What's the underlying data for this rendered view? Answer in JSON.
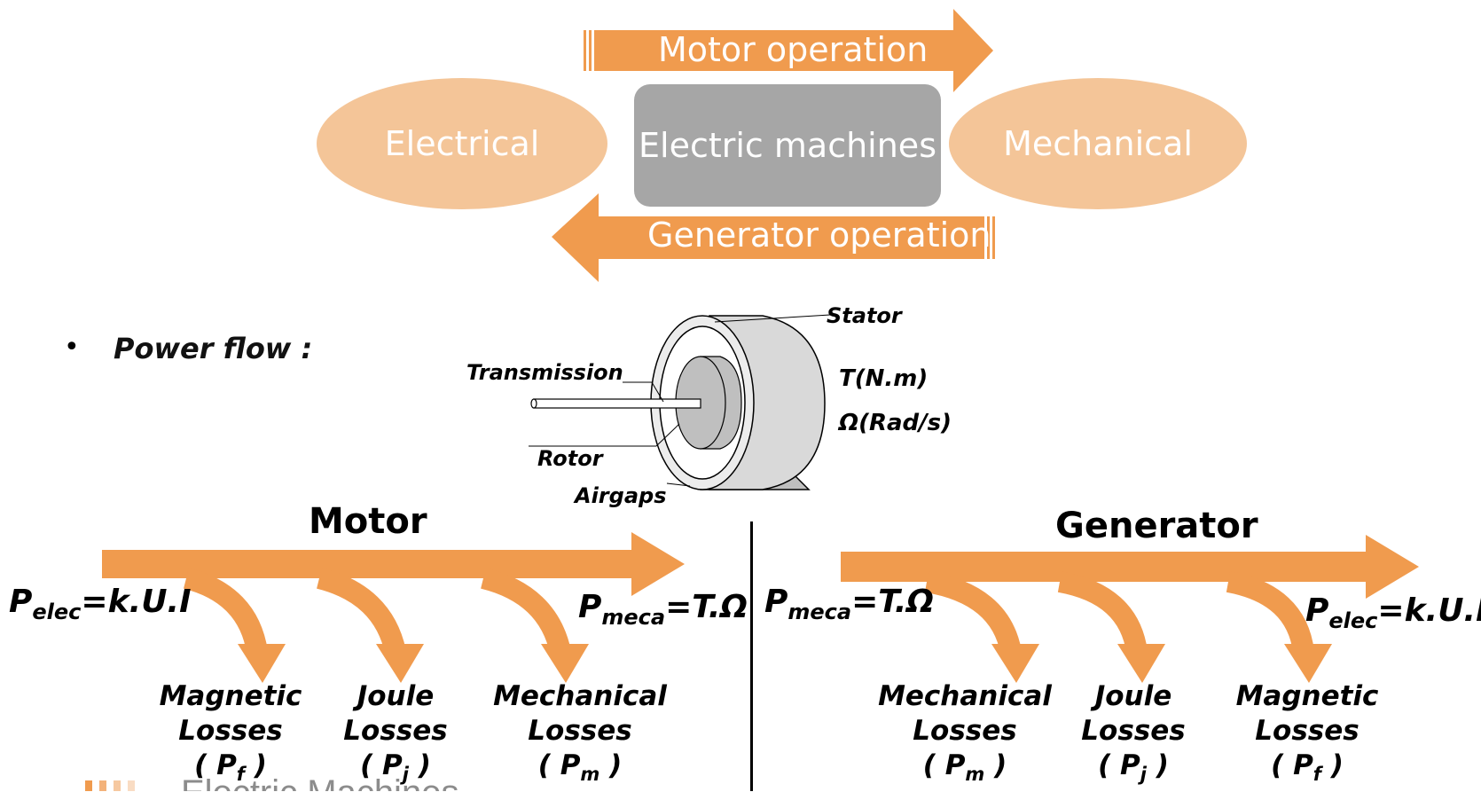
{
  "operation_diagram": {
    "electrical_label": "Electrical",
    "machine_label": "Electric machines",
    "mechanical_label": "Mechanical",
    "motor_operation_label": "Motor operation",
    "generator_operation_label": "Generator operation"
  },
  "power_flow": {
    "bullet": "•",
    "label": "Power flow :"
  },
  "motor_figure": {
    "stator_label": "Stator",
    "transmission_label": "Transmission",
    "rotor_label": "Rotor",
    "airgaps_label": "Airgaps",
    "torque_label": "T(N.m)",
    "speed_label": "Ω(Rad/s)"
  },
  "motor_flow": {
    "title": "Motor",
    "input": {
      "symbol": "P",
      "subscript": "elec",
      "expr": "=k.U.I"
    },
    "output": {
      "symbol": "P",
      "subscript": "meca",
      "expr": "=T.Ω"
    },
    "losses": [
      {
        "line1": "Magnetic",
        "line2": "Losses",
        "symbol": "P",
        "subscript": "f"
      },
      {
        "line1": "Joule",
        "line2": "Losses",
        "symbol": "P",
        "subscript": "j"
      },
      {
        "line1": "Mechanical",
        "line2": "Losses",
        "symbol": "P",
        "subscript": "m"
      }
    ]
  },
  "generator_flow": {
    "title": "Generator",
    "input": {
      "symbol": "P",
      "subscript": "meca",
      "expr": "=T.Ω"
    },
    "output": {
      "symbol": "P",
      "subscript": "elec",
      "expr": "=k.U.I"
    },
    "losses": [
      {
        "line1": "Mechanical",
        "line2": "Losses",
        "symbol": "P",
        "subscript": "m"
      },
      {
        "line1": "Joule",
        "line2": "Losses",
        "symbol": "P",
        "subscript": "j"
      },
      {
        "line1": "Magnetic",
        "line2": "Losses",
        "symbol": "P",
        "subscript": "f"
      }
    ]
  },
  "footer": {
    "logo_text": "Electric Machines"
  },
  "colors": {
    "arrow_orange": "#f09b4e",
    "ellipse_fill": "#f4c598",
    "machine_box": "#a6a6a6",
    "stator_grey": "#d9d9d9"
  }
}
